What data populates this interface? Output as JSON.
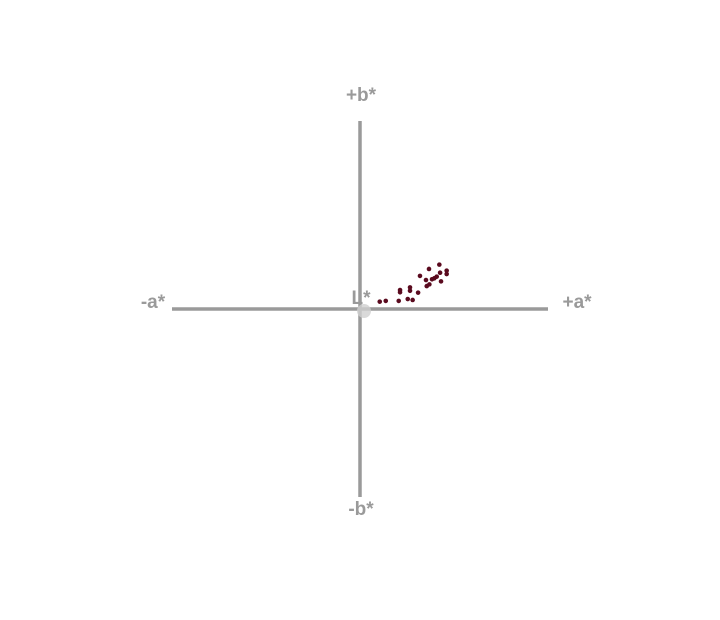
{
  "chart_data": {
    "type": "scatter",
    "title": "",
    "axis_labels": {
      "pos_b": "+b*",
      "neg_b": "-b*",
      "neg_a": "-a*",
      "pos_a": "+a*",
      "center": "L*"
    },
    "xlim": [
      -100,
      100
    ],
    "ylim": [
      -100,
      100
    ],
    "grid": false,
    "axis_color": "#9a9a9a",
    "point_color": "#5a0a1e",
    "points": [
      {
        "a": 10.5,
        "b": 3.9
      },
      {
        "a": 13.7,
        "b": 4.3
      },
      {
        "a": 20.6,
        "b": 4.3
      },
      {
        "a": 21.3,
        "b": 10.1
      },
      {
        "a": 21.3,
        "b": 8.9
      },
      {
        "a": 25.4,
        "b": 5.3
      },
      {
        "a": 26.6,
        "b": 11.5
      },
      {
        "a": 26.6,
        "b": 9.7
      },
      {
        "a": 28.0,
        "b": 4.8
      },
      {
        "a": 30.9,
        "b": 8.7
      },
      {
        "a": 31.9,
        "b": 17.6
      },
      {
        "a": 35.1,
        "b": 15.4
      },
      {
        "a": 35.5,
        "b": 12.2
      },
      {
        "a": 36.7,
        "b": 21.3
      },
      {
        "a": 36.9,
        "b": 13.1
      },
      {
        "a": 38.3,
        "b": 15.8
      },
      {
        "a": 39.5,
        "b": 16.3
      },
      {
        "a": 40.8,
        "b": 17.2
      },
      {
        "a": 42.2,
        "b": 23.6
      },
      {
        "a": 42.6,
        "b": 19.3
      },
      {
        "a": 43.1,
        "b": 14.7
      },
      {
        "a": 46.1,
        "b": 20.4
      },
      {
        "a": 46.1,
        "b": 18.6
      }
    ]
  }
}
